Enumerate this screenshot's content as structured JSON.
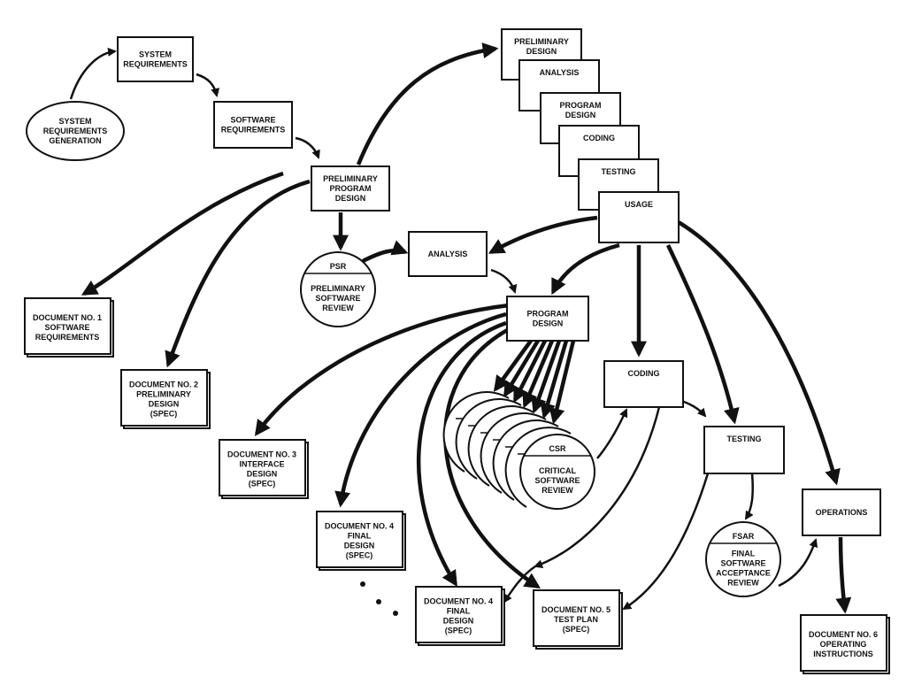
{
  "nodes": {
    "sysreq": [
      "SYSTEM",
      "REQUIREMENTS"
    ],
    "sysgen": [
      "SYSTEM",
      "REQUIREMENTS",
      "GENERATION"
    ],
    "swreq": [
      "SOFTWARE",
      "REQUIREMENTS"
    ],
    "ppd": [
      "PRELIMINARY",
      "PROGRAM",
      "DESIGN"
    ],
    "psr_abbr": "PSR",
    "psr": [
      "PRELIMINARY",
      "SOFTWARE",
      "REVIEW"
    ],
    "analysis": [
      "ANALYSIS"
    ],
    "progdesign": [
      "PROGRAM",
      "DESIGN"
    ],
    "coding": [
      "CODING"
    ],
    "testing": [
      "TESTING"
    ],
    "operations": [
      "OPERATIONS"
    ],
    "csr_abbr": "CSR",
    "csr": [
      "CRITICAL",
      "SOFTWARE",
      "REVIEW"
    ],
    "fsar_abbr": "FSAR",
    "fsar": [
      "FINAL",
      "SOFTWARE",
      "ACCEPTANCE",
      "REVIEW"
    ]
  },
  "stack": [
    [
      "PRELIMINARY",
      "DESIGN"
    ],
    [
      "ANALYSIS"
    ],
    [
      "PROGRAM",
      "DESIGN"
    ],
    [
      "CODING"
    ],
    [
      "TESTING"
    ],
    [
      "USAGE"
    ]
  ],
  "documents": [
    [
      "DOCUMENT NO. 1",
      "SOFTWARE",
      "REQUIREMENTS"
    ],
    [
      "DOCUMENT NO. 2",
      "PRELIMINARY",
      "DESIGN",
      "(SPEC)"
    ],
    [
      "DOCUMENT NO. 3",
      "INTERFACE",
      "DESIGN",
      "(SPEC)"
    ],
    [
      "DOCUMENT NO. 4",
      "FINAL",
      "DESIGN",
      "(SPEC)"
    ],
    [
      "DOCUMENT NO. 4",
      "FINAL",
      "DESIGN",
      "(SPEC)"
    ],
    [
      "DOCUMENT NO. 5",
      "TEST PLAN",
      "(SPEC)"
    ],
    [
      "DOCUMENT NO. 6",
      "OPERATING",
      "INSTRUCTIONS"
    ]
  ]
}
